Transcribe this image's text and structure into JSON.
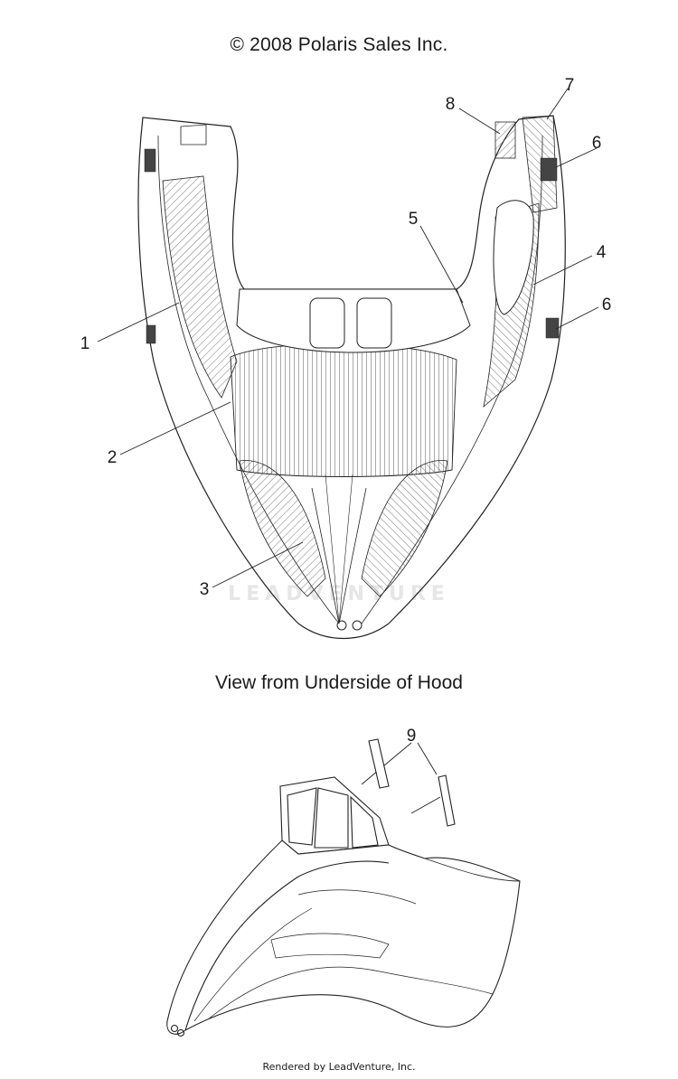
{
  "header": {
    "copyright": "© 2008 Polaris Sales Inc."
  },
  "diagram": {
    "top_view_caption": "View from Underside of Hood",
    "watermark": "LEADVENTURE",
    "callouts": [
      {
        "id": "1",
        "label": "1"
      },
      {
        "id": "2",
        "label": "2"
      },
      {
        "id": "3",
        "label": "3"
      },
      {
        "id": "4",
        "label": "4"
      },
      {
        "id": "5",
        "label": "5"
      },
      {
        "id": "6a",
        "label": "6"
      },
      {
        "id": "6b",
        "label": "6"
      },
      {
        "id": "7",
        "label": "7"
      },
      {
        "id": "8",
        "label": "8"
      },
      {
        "id": "9",
        "label": "9"
      }
    ]
  },
  "footer": {
    "rendered_by": "Rendered by LeadVenture, Inc."
  }
}
